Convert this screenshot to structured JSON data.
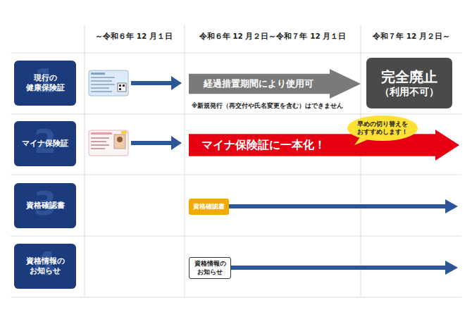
{
  "diagram": {
    "nodes": [
      {
        "text": [
          "1",
          "現行の 健康保険証"
        ]
      },
      {
        "text": [
          "経過措置期間により使用可"
        ]
      },
      {
        "text": [
          "完全廃止",
          "（利用不可）"
        ]
      },
      {
        "text": [
          "2",
          "マイナ保険証"
        ]
      },
      {
        "text": [
          "マイナ保険証に一本化！"
        ]
      },
      {
        "text": [
          "早めの切り替えを おすすめします！"
        ]
      },
      {
        "text": [
          "3",
          "資格確認書"
        ]
      },
      {
        "text": [
          "資格確認書"
        ]
      },
      {
        "text": [
          "4",
          "資格情報の お知らせ"
        ]
      },
      {
        "text": [
          "資格情報の お知らせ"
        ]
      }
    ],
    "labels": [
      "～令和６年 12 月１日",
      "令和６年 12 月２日～令和７年 12 月１日",
      "令和７年 12 月２日～",
      "※新規発行（再交付や氏名変更を含む）はできません"
    ]
  }
}
